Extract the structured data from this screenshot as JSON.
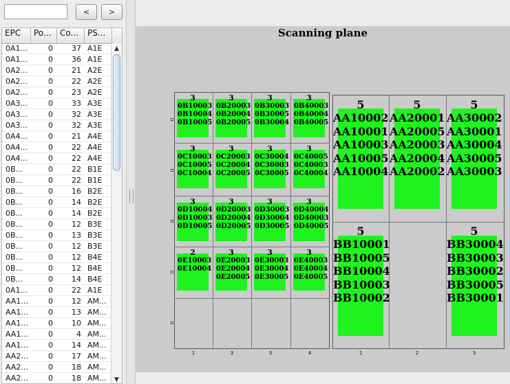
{
  "toolbar": {
    "search_value": "",
    "prev_label": "<",
    "next_label": ">"
  },
  "table": {
    "headers": [
      "EPC",
      "Po...",
      "Co...",
      "PS..."
    ],
    "rows": [
      [
        "0A1...",
        "0",
        "37",
        "A1E"
      ],
      [
        "0A1...",
        "0",
        "36",
        "A1E"
      ],
      [
        "0A2...",
        "0",
        "21",
        "A2E"
      ],
      [
        "0A2...",
        "0",
        "22",
        "A2E"
      ],
      [
        "0A2...",
        "0",
        "23",
        "A2E"
      ],
      [
        "0A3...",
        "0",
        "33",
        "A3E"
      ],
      [
        "0A3...",
        "0",
        "32",
        "A3E"
      ],
      [
        "0A3...",
        "0",
        "32",
        "A3E"
      ],
      [
        "0A4...",
        "0",
        "21",
        "A4E"
      ],
      [
        "0A4...",
        "0",
        "22",
        "A4E"
      ],
      [
        "0A4...",
        "0",
        "22",
        "A4E"
      ],
      [
        "0B...",
        "0",
        "22",
        "B1E"
      ],
      [
        "0B...",
        "0",
        "22",
        "B1E"
      ],
      [
        "0B...",
        "0",
        "16",
        "B2E"
      ],
      [
        "0B...",
        "0",
        "14",
        "B2E"
      ],
      [
        "0B...",
        "0",
        "14",
        "B2E"
      ],
      [
        "0B...",
        "0",
        "12",
        "B3E"
      ],
      [
        "0B...",
        "0",
        "13",
        "B3E"
      ],
      [
        "0B...",
        "0",
        "12",
        "B3E"
      ],
      [
        "0B...",
        "0",
        "12",
        "B4E"
      ],
      [
        "0B...",
        "0",
        "12",
        "B4E"
      ],
      [
        "0B...",
        "0",
        "14",
        "B4E"
      ],
      [
        "0A1...",
        "0",
        "22",
        "A1E"
      ],
      [
        "AA1...",
        "0",
        "12",
        "AM..."
      ],
      [
        "AA1...",
        "0",
        "13",
        "AM..."
      ],
      [
        "AA1...",
        "0",
        "10",
        "AM..."
      ],
      [
        "AA1...",
        "0",
        "4",
        "AM..."
      ],
      [
        "AA1...",
        "0",
        "14",
        "AM..."
      ],
      [
        "AA2...",
        "0",
        "17",
        "AM..."
      ],
      [
        "AA2...",
        "0",
        "18",
        "AM..."
      ],
      [
        "AA2...",
        "0",
        "18",
        "AM..."
      ]
    ],
    "scroll_up_icon": "triangle-up",
    "scroll_down_icon": "triangle-down"
  },
  "plot": {
    "title": "Scanning plane",
    "left_grid": {
      "rows": [
        [
          {
            "count": "3",
            "ids": "0B10003\n0B10004\n0B10005"
          },
          {
            "count": "3",
            "ids": "0B20003\n0B20004\n0B20005"
          },
          {
            "count": "3",
            "ids": "0B30003\n0B30005\n0B30004"
          },
          {
            "count": "3",
            "ids": "0B40003\n0B40004\n0B40005"
          }
        ],
        [
          {
            "count": "3",
            "ids": "0C10003\n0C10005\n0C10004"
          },
          {
            "count": "3",
            "ids": "0C20003\n0C20004\n0C20005"
          },
          {
            "count": "3",
            "ids": "0C30004\n0C30003\n0C30005"
          },
          {
            "count": "3",
            "ids": "0C40005\n0C40003\n0C40004"
          }
        ],
        [
          {
            "count": "3",
            "ids": "0D10004\n0D10003\n0D10005"
          },
          {
            "count": "3",
            "ids": "0D20003\n0D20004\n0D20005"
          },
          {
            "count": "3",
            "ids": "0D30003\n0D30004\n0D30005"
          },
          {
            "count": "3",
            "ids": "0D40004\n0D40003\n0D40005"
          }
        ],
        [
          {
            "count": "2",
            "ids": "0E10003\n0E10004"
          },
          {
            "count": "3",
            "ids": "0E20003\n0E20004\n0E20005"
          },
          {
            "count": "3",
            "ids": "0E30003\n0E30004\n0E30005"
          },
          {
            "count": "3",
            "ids": "0E40003\n0E40004\n0E40005"
          }
        ]
      ],
      "x_ticks": [
        "1",
        "3",
        "3",
        "4"
      ]
    },
    "right_grid": {
      "top": [
        {
          "count": "5",
          "ids": "AA10002\nAA10001\nAA10003\nAA10005\nAA10004"
        },
        {
          "count": "5",
          "ids": "AA20001\nAA20005\nAA20003\nAA20004\nAA20002"
        },
        {
          "count": "5",
          "ids": "AA30002\nAA30001\nAA30004\nAA30005\nAA30003"
        }
      ],
      "bottom": [
        {
          "count": "5",
          "ids": "BB10001\nBB10005\nBB10004\nBB10003\nBB10002"
        },
        {
          "count": "5",
          "ids": "BB30004\nBB30003\nBB30002\nBB30005\nBB30001"
        }
      ],
      "x_ticks": [
        "1",
        "2",
        "3"
      ]
    }
  }
}
